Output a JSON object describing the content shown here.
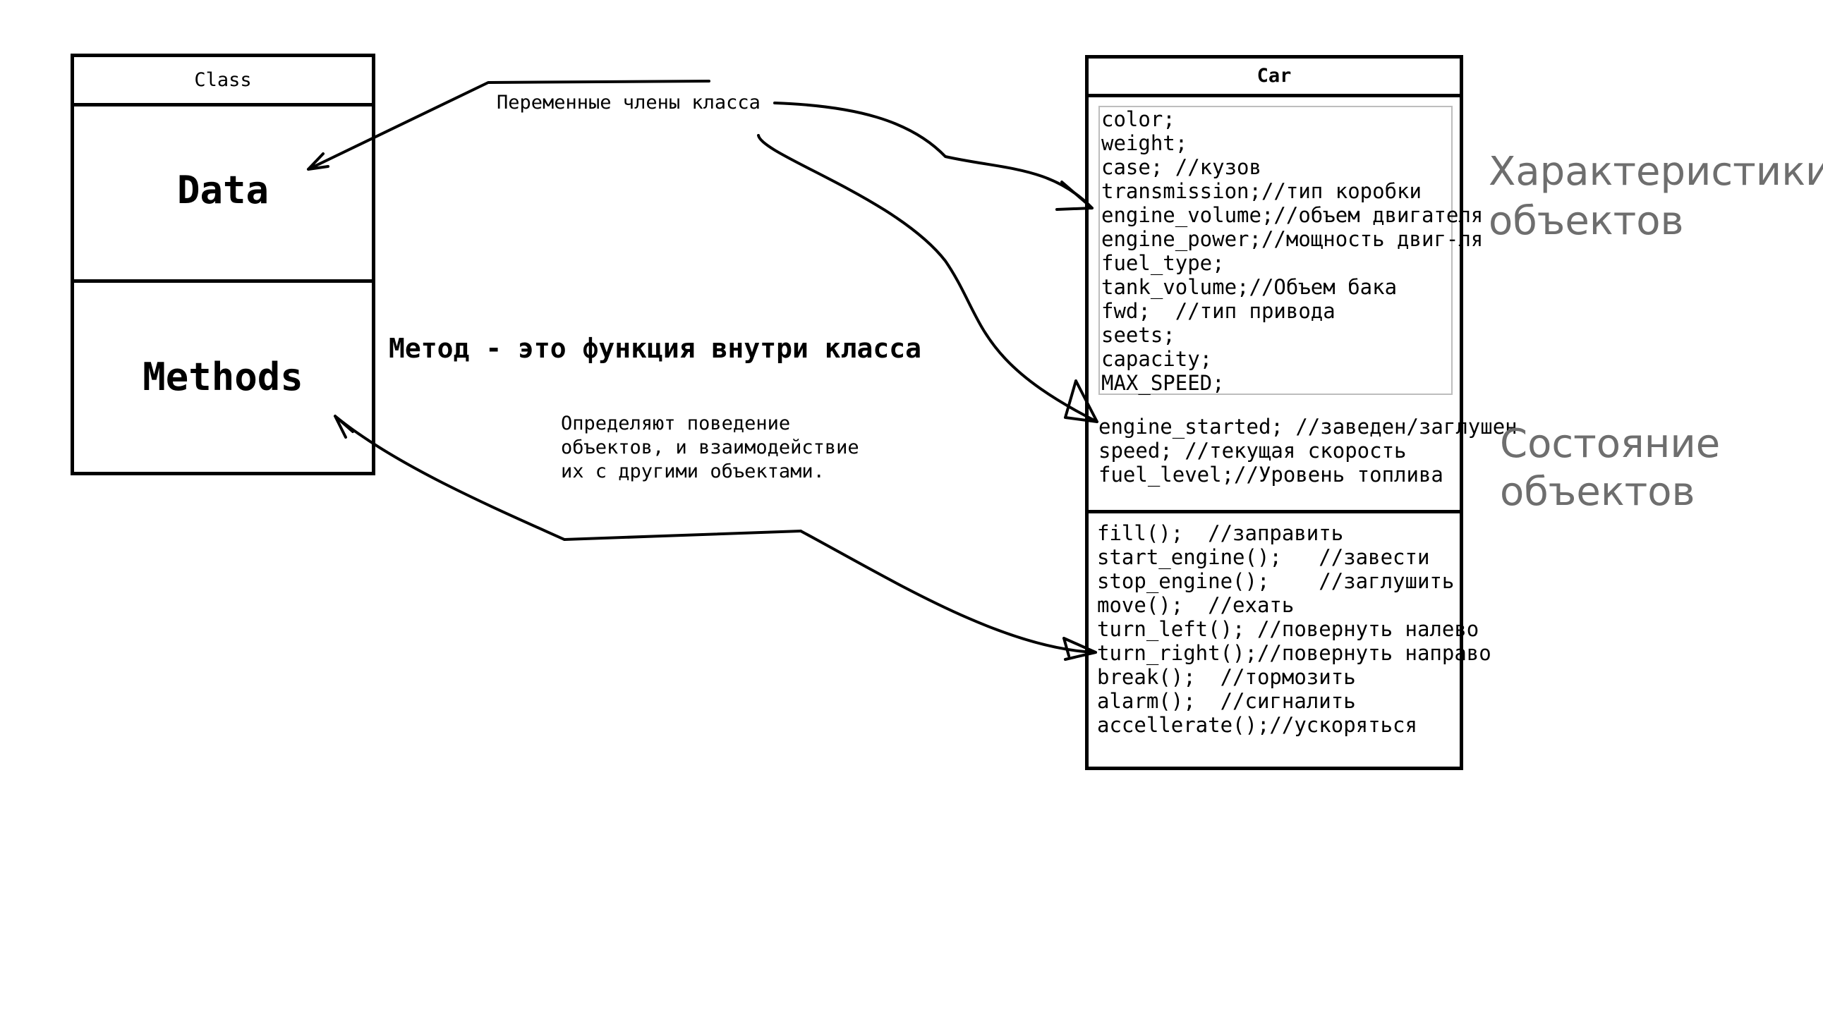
{
  "class_box": {
    "title": "Class",
    "data_label": "Data",
    "methods_label": "Methods"
  },
  "annotations": {
    "member_variables": "Переменные члены класса",
    "method_definition": "Метод - это функция внутри класса",
    "behavior_line1": "Определяют поведение",
    "behavior_line2": "объектов, и взаимодействие",
    "behavior_line3": "их с другими объектами."
  },
  "car_box": {
    "title": "Car",
    "properties": [
      "color;",
      "weight;",
      "case; //кузов",
      "transmission;//тип коробки",
      "engine_volume;//объем двигателя",
      "engine_power;//мощность двиг-ля",
      "fuel_type;",
      "tank_volume;//Объем бака",
      "fwd;  //тип привода",
      "seets;",
      "capacity;",
      "MAX_SPEED;"
    ],
    "state": [
      "engine_started; //заведен/заглушен",
      "speed; //текущая скорость",
      "fuel_level;//Уровень топлива"
    ],
    "methods": [
      "fill();  //заправить",
      "start_engine();   //завести",
      "stop_engine();    //заглушить",
      "move();  //ехать",
      "turn_left(); //повернуть налево",
      "turn_right();//повернуть направо",
      "break();  //тормозить",
      "alarm();  //сигналить",
      "accellerate();//ускоряться"
    ]
  },
  "side_labels": {
    "characteristics_line1": "Характеристики",
    "characteristics_line2": "объектов",
    "state_line1": "Состояние",
    "state_line2": "объектов"
  },
  "colors": {
    "ink": "#000000",
    "side_label": "#6e6e6e",
    "inner_frame": "#bdbdbd"
  }
}
